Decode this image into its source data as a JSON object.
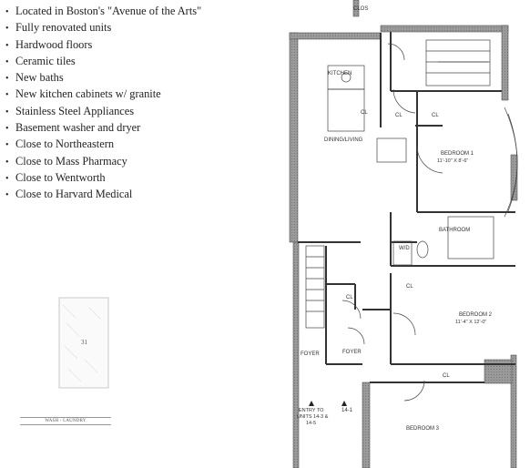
{
  "features": [
    "Located in Boston's \"Avenue of the Arts\"",
    "Fully renovated units",
    "Hardwood floors",
    "Ceramic tiles",
    "New baths",
    "New kitchen cabinets w/ granite",
    "Stainless Steel Appliances",
    "Basement washer and dryer",
    "Close to Northeastern",
    "Close to Mass Pharmacy",
    "Close to Wentworth",
    "Close to Harvard Medical"
  ],
  "inset": {
    "label": "31",
    "caption": "WASH - LAUNDRY"
  },
  "plan": {
    "rooms": {
      "clos": "CLOS",
      "kitchen": "KITCHEN",
      "dining_living": "DINING/LIVING",
      "bedroom1": "BEDROOM 1",
      "bedroom1_size": "11'-10\" X 8'-6\"",
      "bathroom": "BATHROOM",
      "wd": "W/D",
      "bedroom2": "BEDROOM 2",
      "bedroom2_size": "11'-4\" X 12'-0\"",
      "foyer_left": "FOYER",
      "foyer_right": "FOYER",
      "entry_line1": "ENTRY TO",
      "entry_line2": "UNITS 14-3 &",
      "entry_line3": "14-5",
      "unit_tag": "14-1",
      "bedroom3": "BEDROOM 3"
    },
    "closets": [
      "CL",
      "CL",
      "CL",
      "CL",
      "CL",
      "CL"
    ]
  },
  "colors": {
    "wall": "#8a8a8a",
    "line": "#333333",
    "background": "#ffffff"
  }
}
